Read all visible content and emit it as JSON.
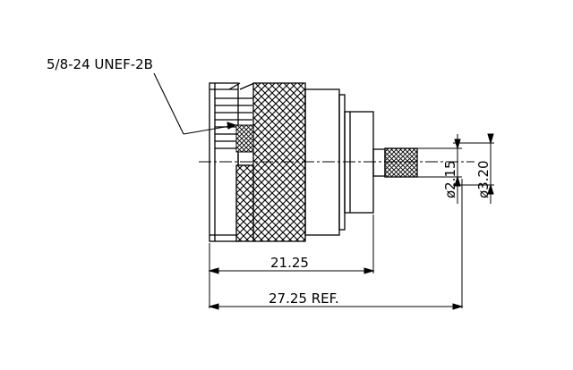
{
  "drawing": {
    "thread_callout": "5/8-24 UNEF-2B",
    "dim_body_length": "21.25",
    "dim_overall_length": "27.25 REF.",
    "dim_inner_diameter": "ø2.15",
    "dim_outer_diameter": "ø3.20"
  }
}
